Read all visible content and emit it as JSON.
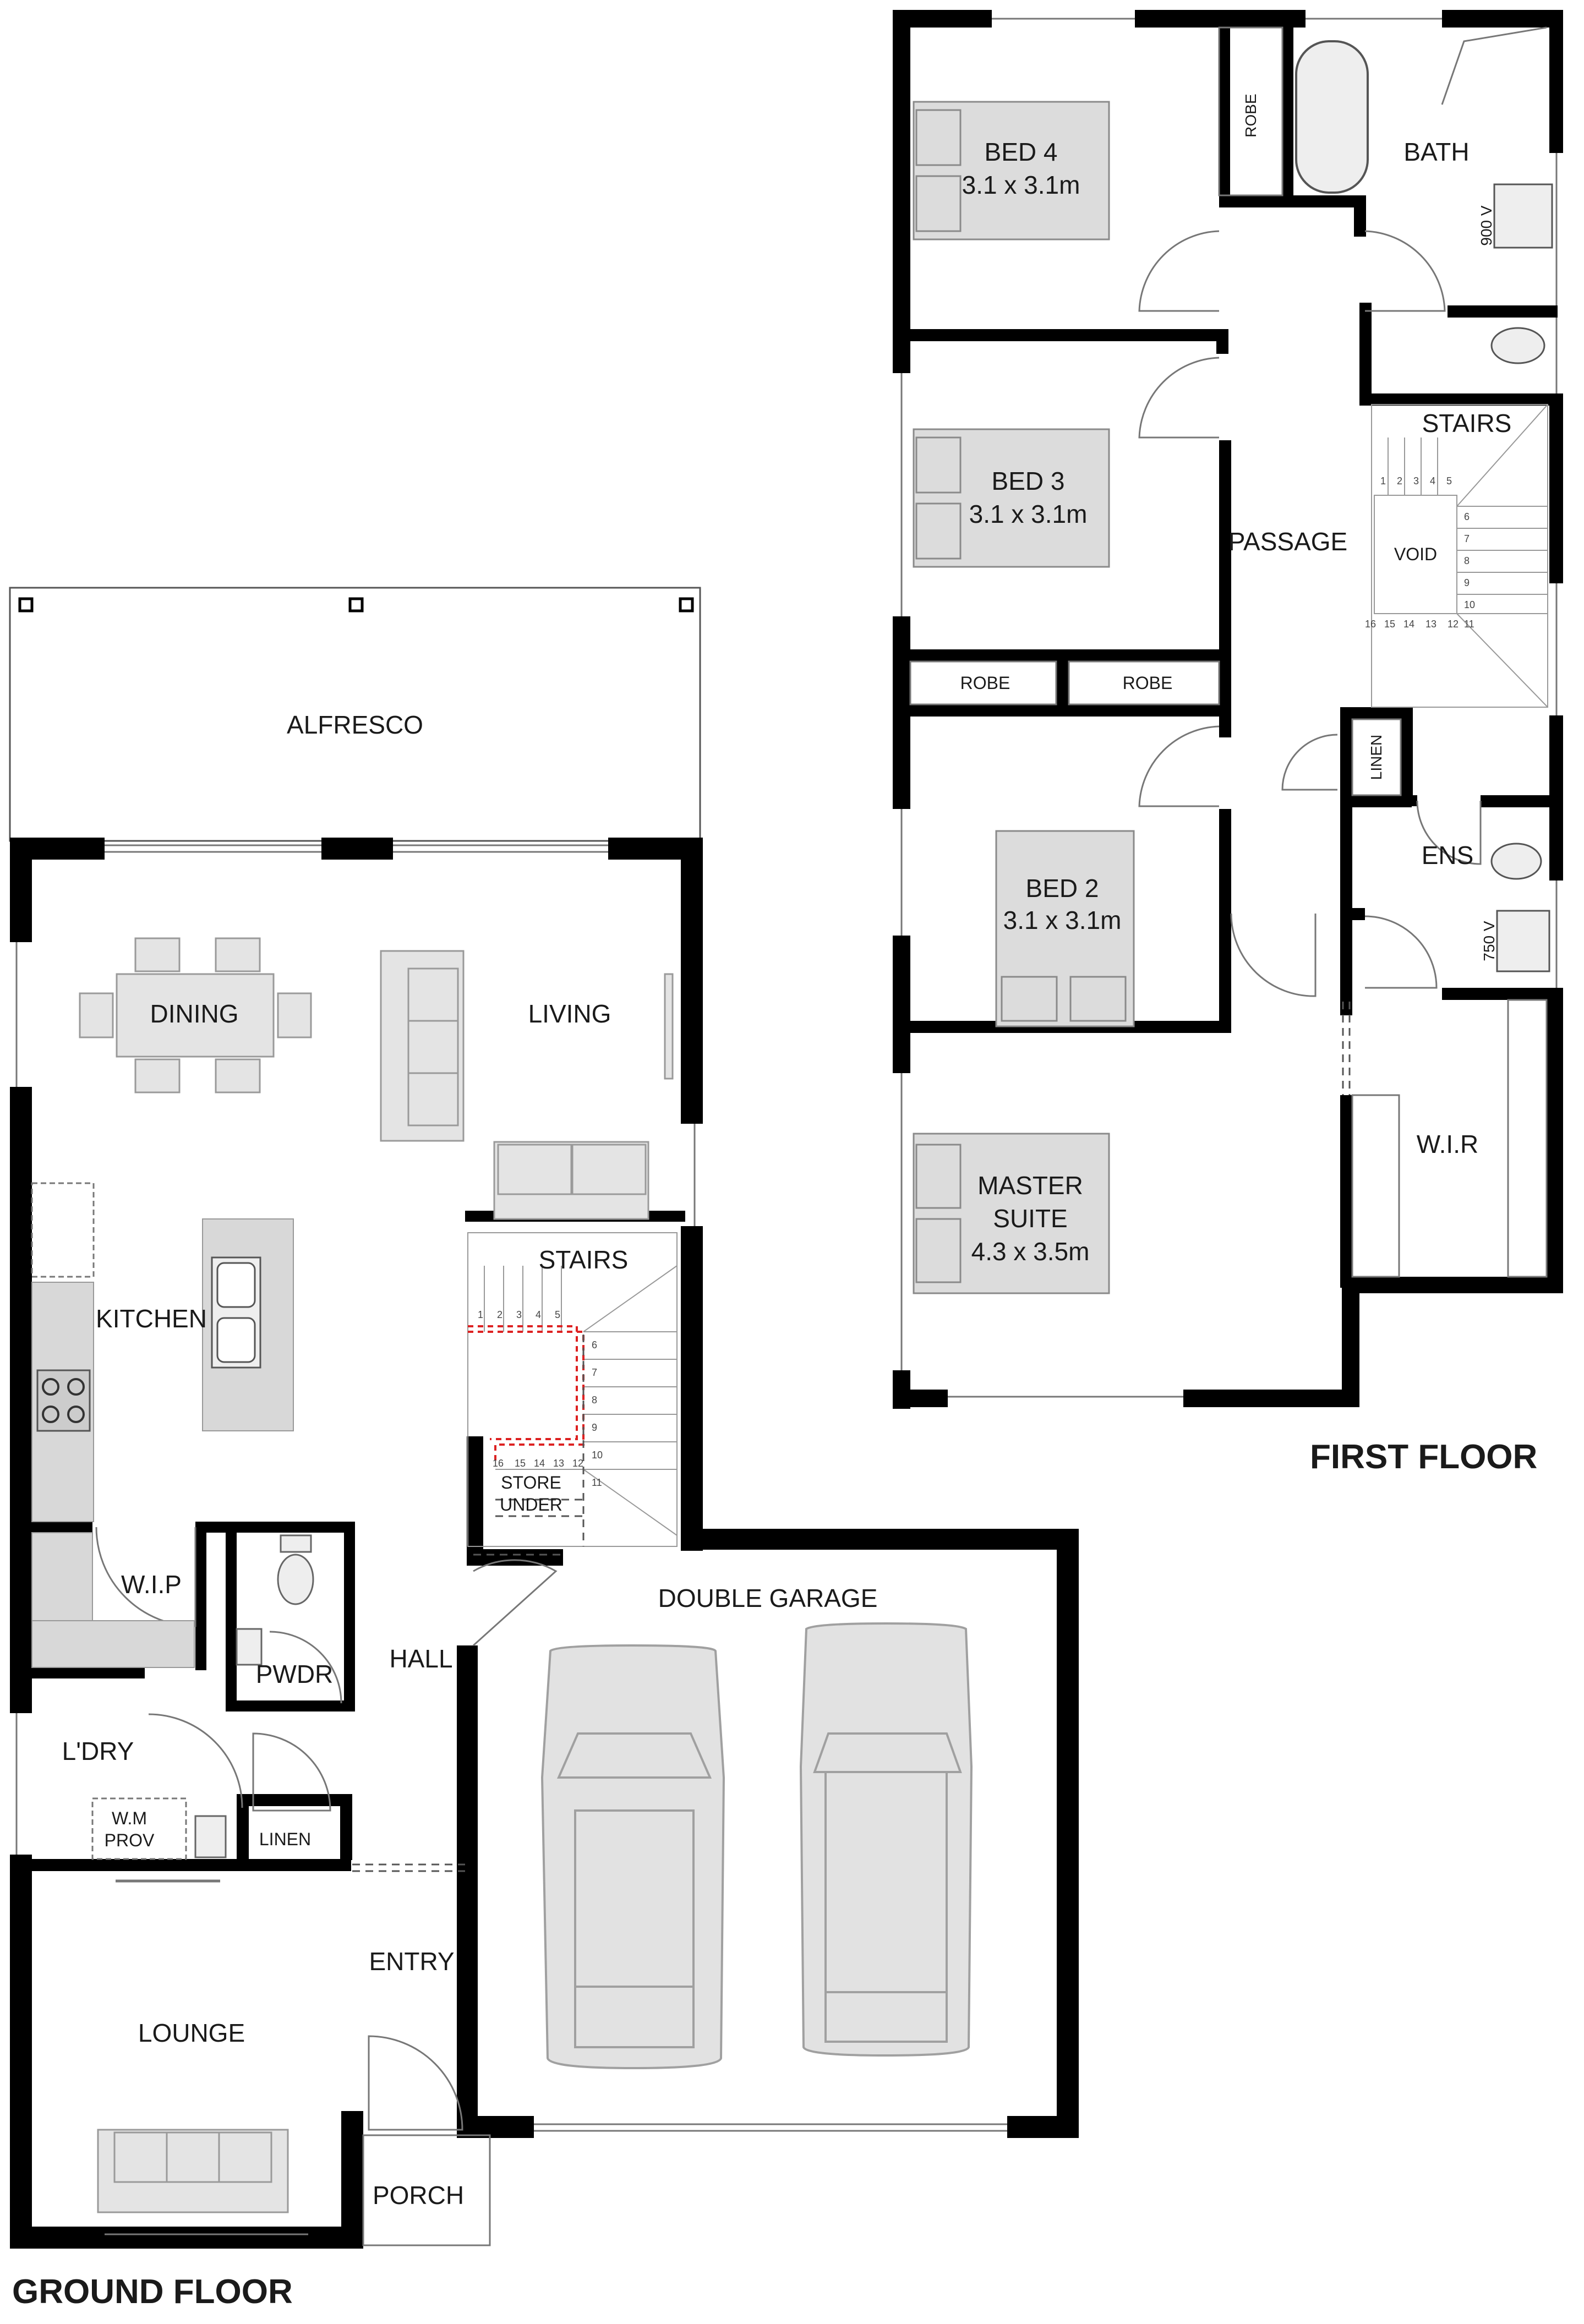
{
  "titles": {
    "ground_floor": "GROUND FLOOR",
    "first_floor": "FIRST FLOOR"
  },
  "ground_rooms": {
    "alfresco": "ALFRESCO",
    "dining": "DINING",
    "living": "LIVING",
    "kitchen": "KITCHEN",
    "stairs": "STAIRS",
    "store_under_1": "STORE",
    "store_under_2": "UNDER",
    "wip": "W.I.P",
    "pwdr": "PWDR",
    "hall": "HALL",
    "double_garage": "DOUBLE GARAGE",
    "ldry": "L'DRY",
    "wm_prov_1": "W.M",
    "wm_prov_2": "PROV",
    "linen": "LINEN",
    "entry": "ENTRY",
    "lounge": "LOUNGE",
    "porch": "PORCH"
  },
  "first_rooms": {
    "bed4": "BED 4",
    "bed4_size": "3.1 x 3.1m",
    "robe_top": "ROBE",
    "bath": "BATH",
    "bath_vanity": "900 V",
    "stairs": "STAIRS",
    "void": "VOID",
    "bed3": "BED 3",
    "bed3_size": "3.1 x 3.1m",
    "passage": "PASSAGE",
    "robe_left": "ROBE",
    "robe_right": "ROBE",
    "linen": "LINEN",
    "ens": "ENS",
    "ens_vanity": "750 V",
    "bed2": "BED 2",
    "bed2_size": "3.1 x 3.1m",
    "wir": "W.I.R",
    "master_1": "MASTER",
    "master_2": "SUITE",
    "master_size": "4.3 x 3.5m"
  },
  "stair_numbers": {
    "ground": [
      "1",
      "2",
      "3",
      "4",
      "5",
      "6",
      "7",
      "8",
      "9",
      "10",
      "11",
      "12",
      "13",
      "14",
      "15",
      "16"
    ],
    "first": [
      "1",
      "2",
      "3",
      "4",
      "5",
      "6",
      "7",
      "8",
      "9",
      "10",
      "11",
      "12",
      "13",
      "14",
      "15",
      "16"
    ]
  }
}
